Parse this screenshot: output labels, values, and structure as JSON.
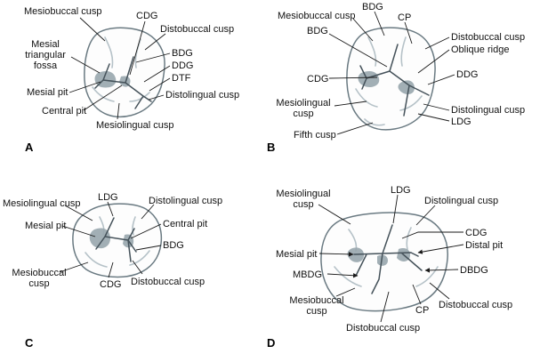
{
  "panels": [
    {
      "letter": "A",
      "labels": [
        "Mesiobuccal cusp",
        "CDG",
        "Distobuccal cusp",
        "Mesial triangular fossa",
        "BDG",
        "DDG",
        "DTF",
        "Mesial pit",
        "Distolingual cusp",
        "Central pit",
        "Mesiolingual cusp"
      ]
    },
    {
      "letter": "B",
      "labels": [
        "BDG",
        "Mesiobuccal cusp",
        "CP",
        "BDG",
        "Distobuccal cusp",
        "Oblique ridge",
        "CDG",
        "DDG",
        "Mesiolingual cusp",
        "Distolingual cusp",
        "LDG",
        "Fifth cusp"
      ]
    },
    {
      "letter": "C",
      "labels": [
        "Mesiolingual cusp",
        "LDG",
        "Distolingual cusp",
        "Mesial pit",
        "Central pit",
        "BDG",
        "Mesiobuccal cusp",
        "CDG",
        "Distobuccal cusp"
      ]
    },
    {
      "letter": "D",
      "labels": [
        "Mesiolingual cusp",
        "LDG",
        "Distolingual cusp",
        "CDG",
        "Distal pit",
        "Mesial pit",
        "MBDG",
        "DBDG",
        "Mesiobuccal cusp",
        "Distobuccal cusp",
        "CP",
        "Distobuccal cusp"
      ]
    }
  ]
}
